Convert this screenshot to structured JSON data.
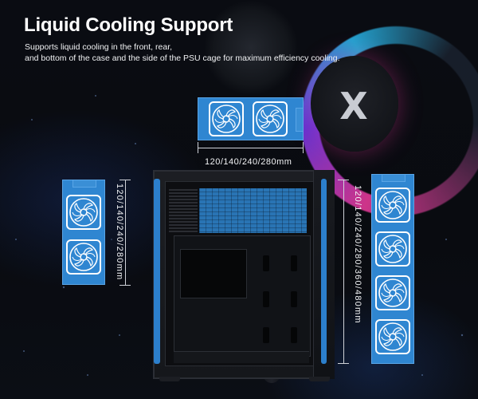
{
  "header": {
    "title": "Liquid Cooling Support",
    "description_line1": "Supports liquid cooling in the front, rear,",
    "description_line2": "and bottom of the case and the side of the PSU cage for maximum efficiency cooling."
  },
  "logo": {
    "label": "X"
  },
  "radiators": {
    "top": {
      "label": "120/140/240/280mm",
      "fans": 2
    },
    "side": {
      "label": "120/140/240/280mm",
      "fans": 2
    },
    "front": {
      "label": "120/140/240/280/360/480mm",
      "fans": 4
    }
  },
  "colors": {
    "accent_blue": "#2f86d1",
    "background": "#07090e",
    "text": "#ffffff"
  }
}
